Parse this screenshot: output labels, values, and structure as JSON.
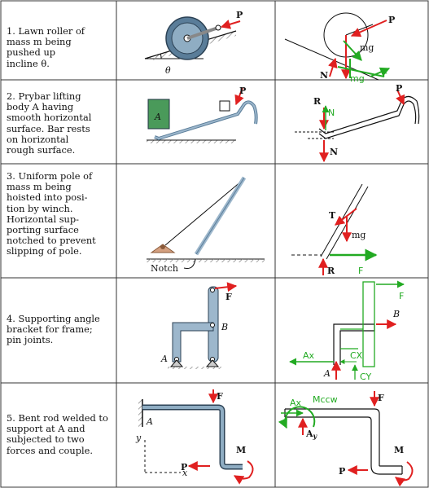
{
  "rows": [
    {
      "lines": [
        "1. Lawn roller of",
        "mass m being",
        "pushed up",
        "incline θ."
      ]
    },
    {
      "lines": [
        "2. Prybar lifting",
        "body A having",
        "smooth horizontal",
        "surface. Bar rests",
        "on horizontal",
        "rough surface."
      ]
    },
    {
      "lines": [
        "3. Uniform pole of",
        "mass m being",
        "hoisted into posi-",
        "tion by winch.",
        "Horizontal sup-",
        "porting surface",
        "notched to prevent",
        "slipping of pole."
      ]
    },
    {
      "lines": [
        "4. Supporting angle",
        "bracket for frame;",
        "pin joints."
      ]
    },
    {
      "lines": [
        "5. Bent rod welded to",
        "support at A and",
        "subjected to two",
        "forces and couple."
      ]
    }
  ],
  "labels": {
    "p": "P",
    "theta": "θ",
    "mg": "mg",
    "f": "F",
    "n": "N",
    "r": "R",
    "a": "A",
    "b": "B",
    "t": "T",
    "notch": "Notch",
    "ax": "Ax",
    "cx": "CX",
    "cy": "CY",
    "mccw": "Mccw",
    "m": "M",
    "ay": "A",
    "ay_sub": "y",
    "x": "x",
    "y": "y"
  },
  "colors": {
    "force_red": "#e02020",
    "student_green": "#22aa22",
    "steel": "#5a7d99",
    "steel_light": "#9db7cc",
    "block_green": "#4a9a5a",
    "grid": "#333333"
  }
}
